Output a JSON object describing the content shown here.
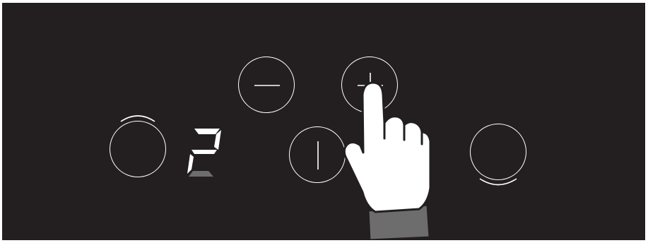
{
  "cooktop": {
    "display": {
      "power_level": 2,
      "active_segments": [
        "a",
        "b",
        "g",
        "e"
      ],
      "highlighted_segment": "d",
      "segment_color": "#ffffff",
      "highlight_color": "#6d6d6d"
    },
    "buttons": {
      "minus": "minus-icon",
      "plus": "plus-icon",
      "power": "power-icon",
      "zone_left": "zone-selector-left-icon",
      "zone_right": "zone-selector-right-icon"
    },
    "colors": {
      "panel": "#231f20",
      "lines": "#ffffff",
      "hand_fill": "#ffffff",
      "sleeve": "#6d6d6d"
    }
  }
}
